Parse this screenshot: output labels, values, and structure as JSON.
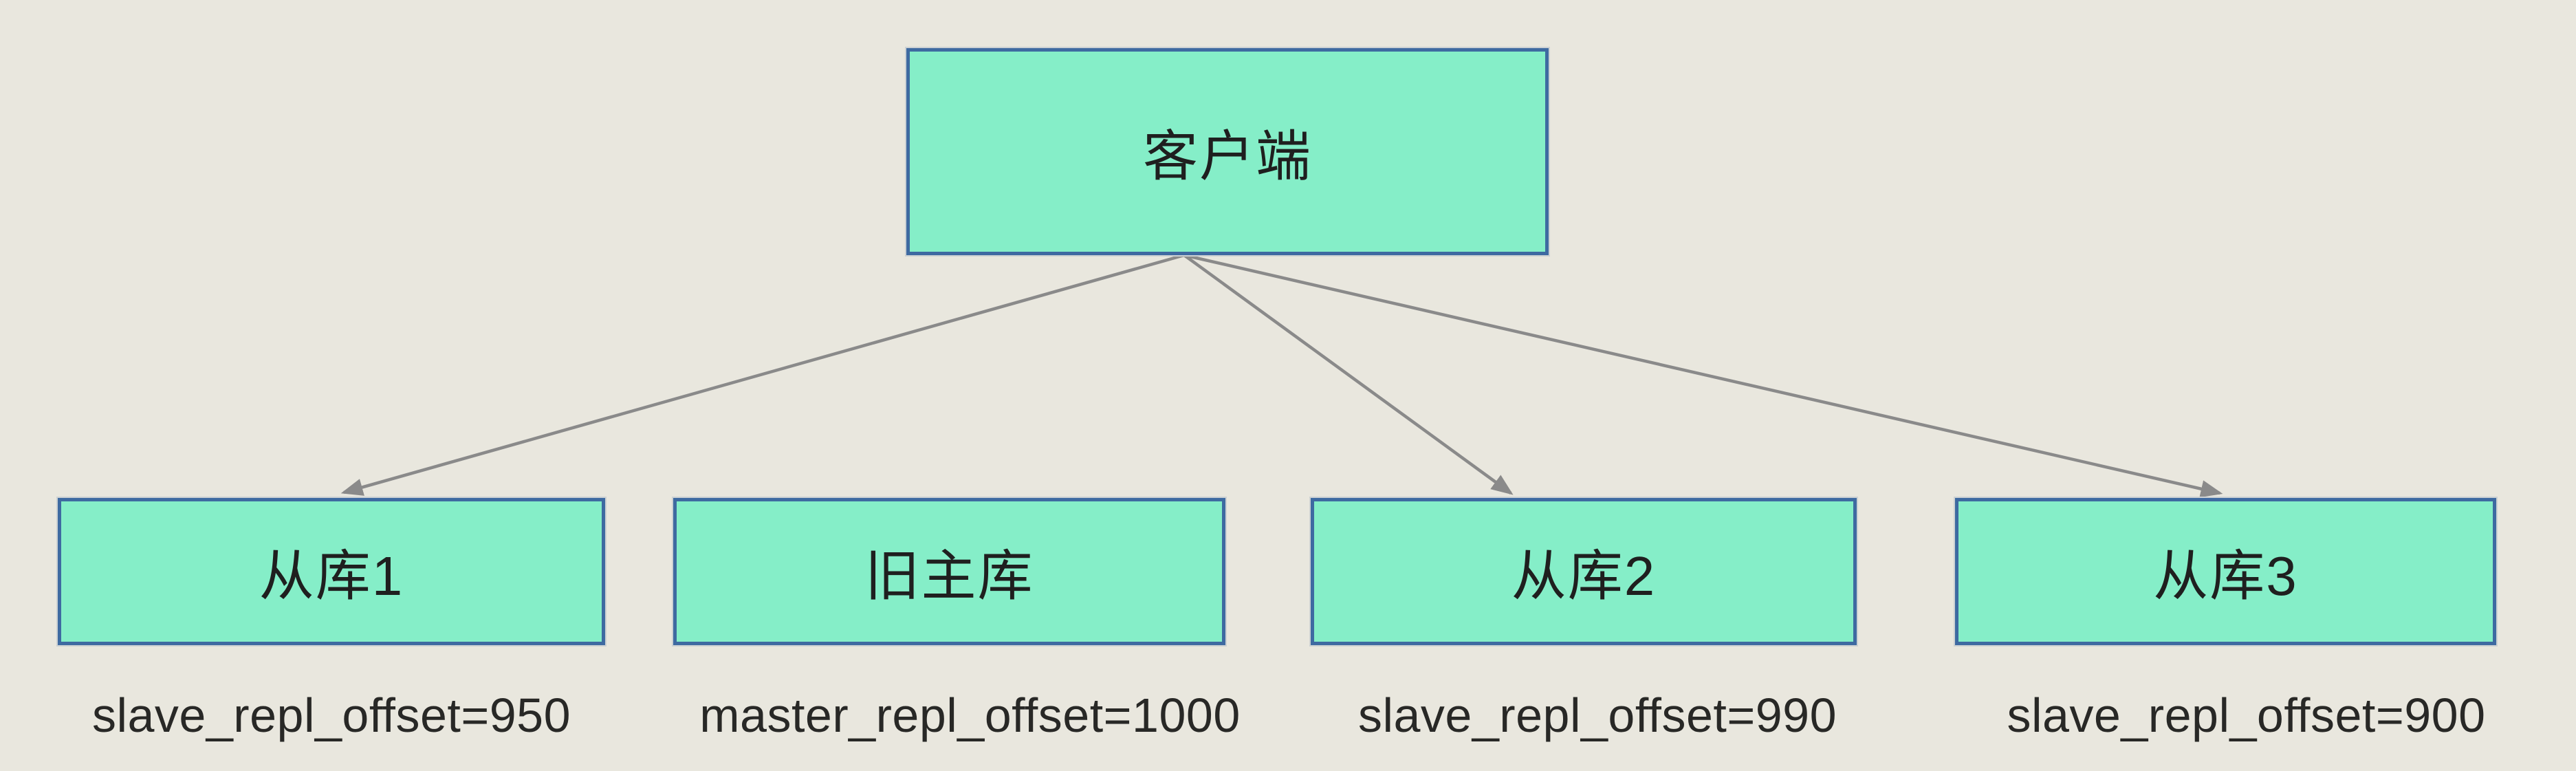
{
  "diagram": {
    "client": {
      "title": "客户端"
    },
    "nodes": [
      {
        "id": "slave1",
        "title": "从库1",
        "label": "slave_repl_offset=950"
      },
      {
        "id": "old-master",
        "title": "旧主库",
        "label": "master_repl_offset=1000"
      },
      {
        "id": "slave2",
        "title": "从库2",
        "label": "slave_repl_offset=990"
      },
      {
        "id": "slave3",
        "title": "从库3",
        "label": "slave_repl_offset=900"
      }
    ],
    "connections": [
      {
        "from": "客户端",
        "to": "从库1"
      },
      {
        "from": "客户端",
        "to": "从库2"
      },
      {
        "from": "客户端",
        "to": "从库3"
      }
    ],
    "colors": {
      "background": "#e9e7de",
      "node_fill": "#85eec8",
      "node_border": "#3e6aa1",
      "arrow": "#8a8a8a",
      "text": "#1f1f1f"
    }
  }
}
